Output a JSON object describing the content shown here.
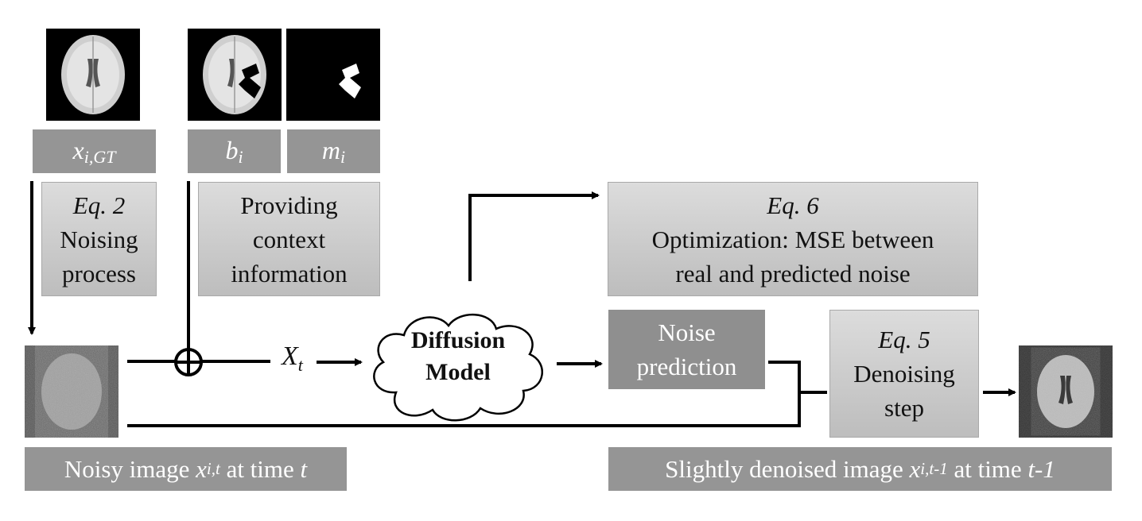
{
  "inputs": {
    "ground_truth": {
      "label_main": "x",
      "label_sub": "i,GT"
    },
    "background": {
      "label_main": "b",
      "label_sub": "i"
    },
    "mask": {
      "label_main": "m",
      "label_sub": "i"
    }
  },
  "steps": {
    "noising": {
      "eq": "Eq. 2",
      "lines": [
        "Noising",
        "process"
      ]
    },
    "context": {
      "lines": [
        "Providing",
        "context",
        "information"
      ]
    },
    "optimization": {
      "eq": "Eq. 6",
      "lines": [
        "Optimization: MSE between",
        "real and predicted noise"
      ]
    },
    "noise_prediction": {
      "lines": [
        "Noise",
        "prediction"
      ]
    },
    "denoising": {
      "eq": "Eq. 5",
      "lines": [
        "Denoising",
        "step"
      ]
    }
  },
  "model": {
    "lines": [
      "Diffusion",
      "Model"
    ]
  },
  "xt": {
    "main": "X",
    "sub": "t"
  },
  "captions": {
    "noisy": {
      "prefix": "Noisy image ",
      "var": "x",
      "var_sub": "i,t",
      "middle": " at time ",
      "time": "t"
    },
    "denoised": {
      "prefix": "Slightly denoised image ",
      "var": "x",
      "var_sub": "i,t-1",
      "middle": " at time ",
      "time": "t-1"
    }
  },
  "colors": {
    "label_gray": "#959595",
    "box_light": "#cfcfcf",
    "wire": "#000000"
  }
}
